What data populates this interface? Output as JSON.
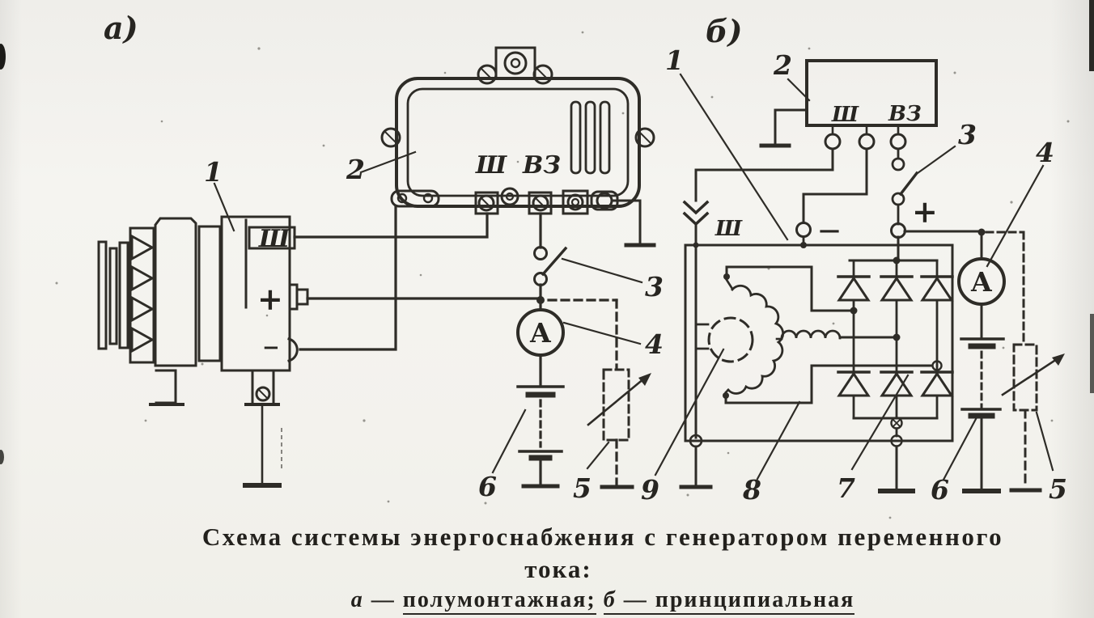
{
  "colors": {
    "ink": "#2e2c27",
    "paper": "#f3f2ed"
  },
  "caption": {
    "line1": "Схема системы энергоснабжения с генератором переменного",
    "line2": "тока:",
    "sub": {
      "a": "а",
      "dash1": " — ",
      "word1": "полумонтажная;",
      "b": "б",
      "dash2": " — ",
      "word2": "принципиальная"
    }
  },
  "panel_a": {
    "label": "а)",
    "callouts": {
      "1": "1",
      "2": "2",
      "3": "3",
      "4": "4",
      "5": "5",
      "6": "6"
    },
    "generator_terminal_sh": "Ш",
    "generator_plus": "+",
    "generator_minus": "−",
    "regulator_terminal_sh": "Ш",
    "regulator_terminal_vz": "ВЗ",
    "ammeter": "А"
  },
  "panel_b": {
    "label": "б)",
    "callouts": {
      "1": "1",
      "2": "2",
      "3": "3",
      "4": "4",
      "5": "5",
      "6": "6",
      "7": "7",
      "8": "8",
      "9": "9"
    },
    "regulator_terminal_sh": "Ш",
    "regulator_terminal_vz": "ВЗ",
    "field_wire_label": "Ш",
    "plus": "+",
    "minus": "—",
    "ammeter": "А"
  }
}
